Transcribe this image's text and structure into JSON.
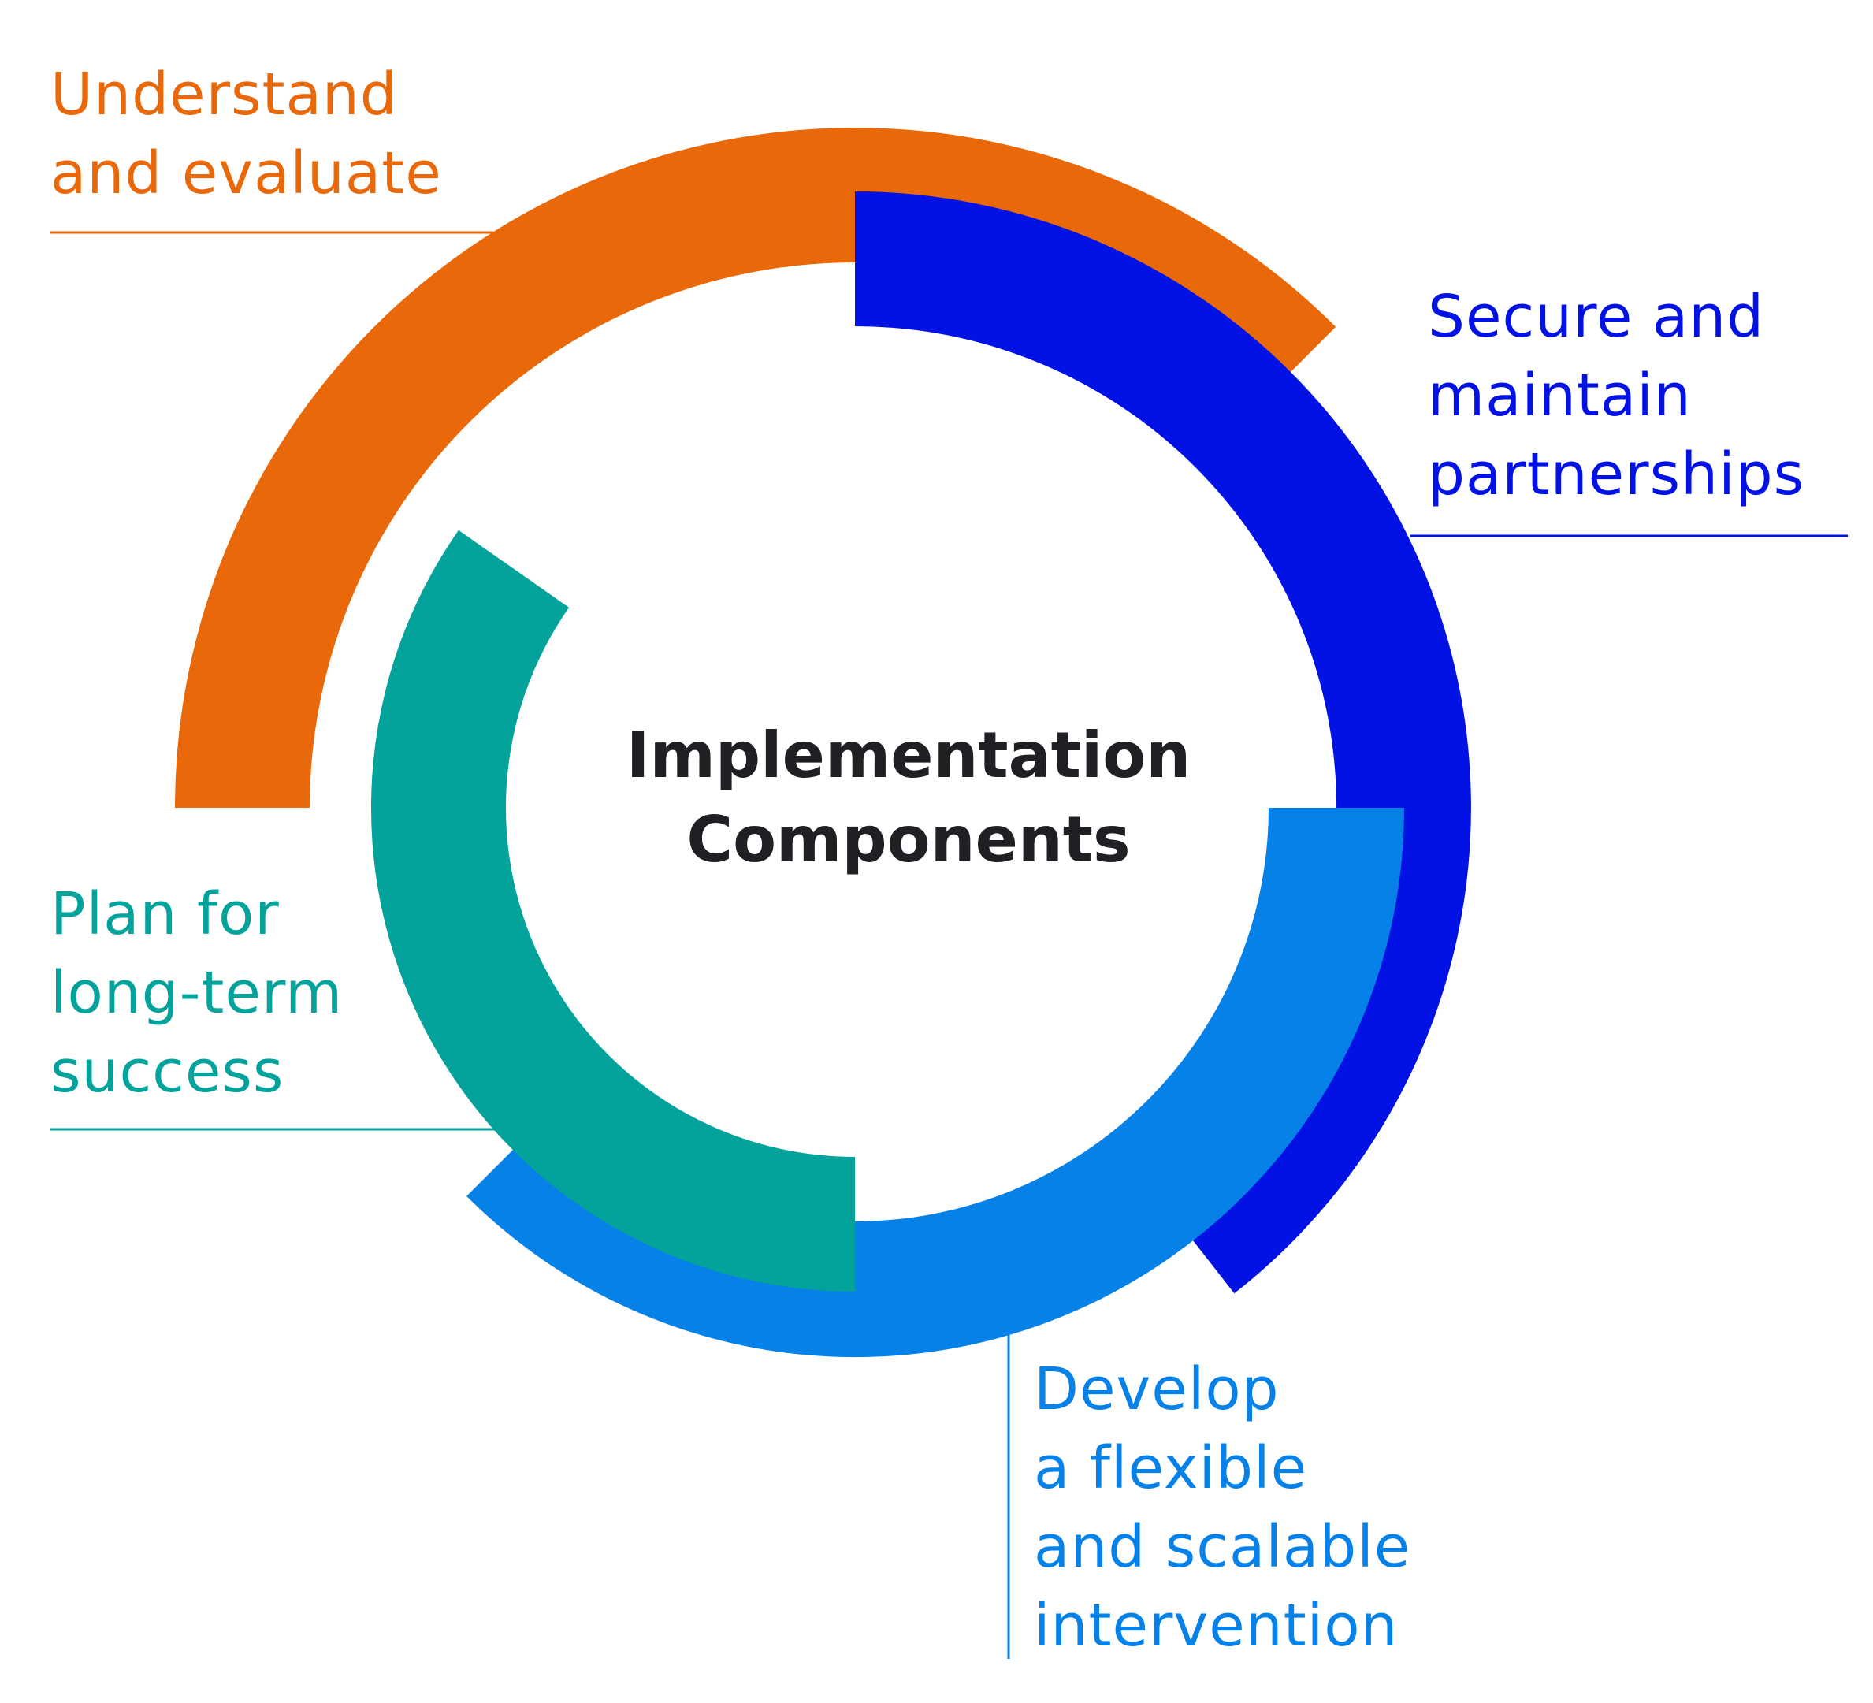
{
  "center_title": [
    "Implementation",
    "Components"
  ],
  "components": [
    {
      "id": "understand",
      "lines": [
        "Understand",
        "and evaluate"
      ],
      "color": "#e8680a",
      "arc": {
        "start_deg": 180,
        "end_deg": 45,
        "ring": "outer-upper"
      }
    },
    {
      "id": "secure",
      "lines": [
        "Secure and",
        "maintain",
        "partnerships"
      ],
      "color": "#0212e4",
      "arc": {
        "start_deg": 90,
        "end_deg": -52,
        "ring": "right"
      }
    },
    {
      "id": "develop",
      "lines": [
        "Develop",
        "a flexible",
        "and scalable",
        "intervention"
      ],
      "color": "#0581e8",
      "arc": {
        "start_deg": 0,
        "end_deg": -135,
        "ring": "lower"
      }
    },
    {
      "id": "plan",
      "lines": [
        "Plan for",
        "long-term",
        "success"
      ],
      "color": "#03a39b",
      "arc": {
        "start_deg": 145,
        "end_deg": 270,
        "ring": "inner"
      }
    }
  ]
}
